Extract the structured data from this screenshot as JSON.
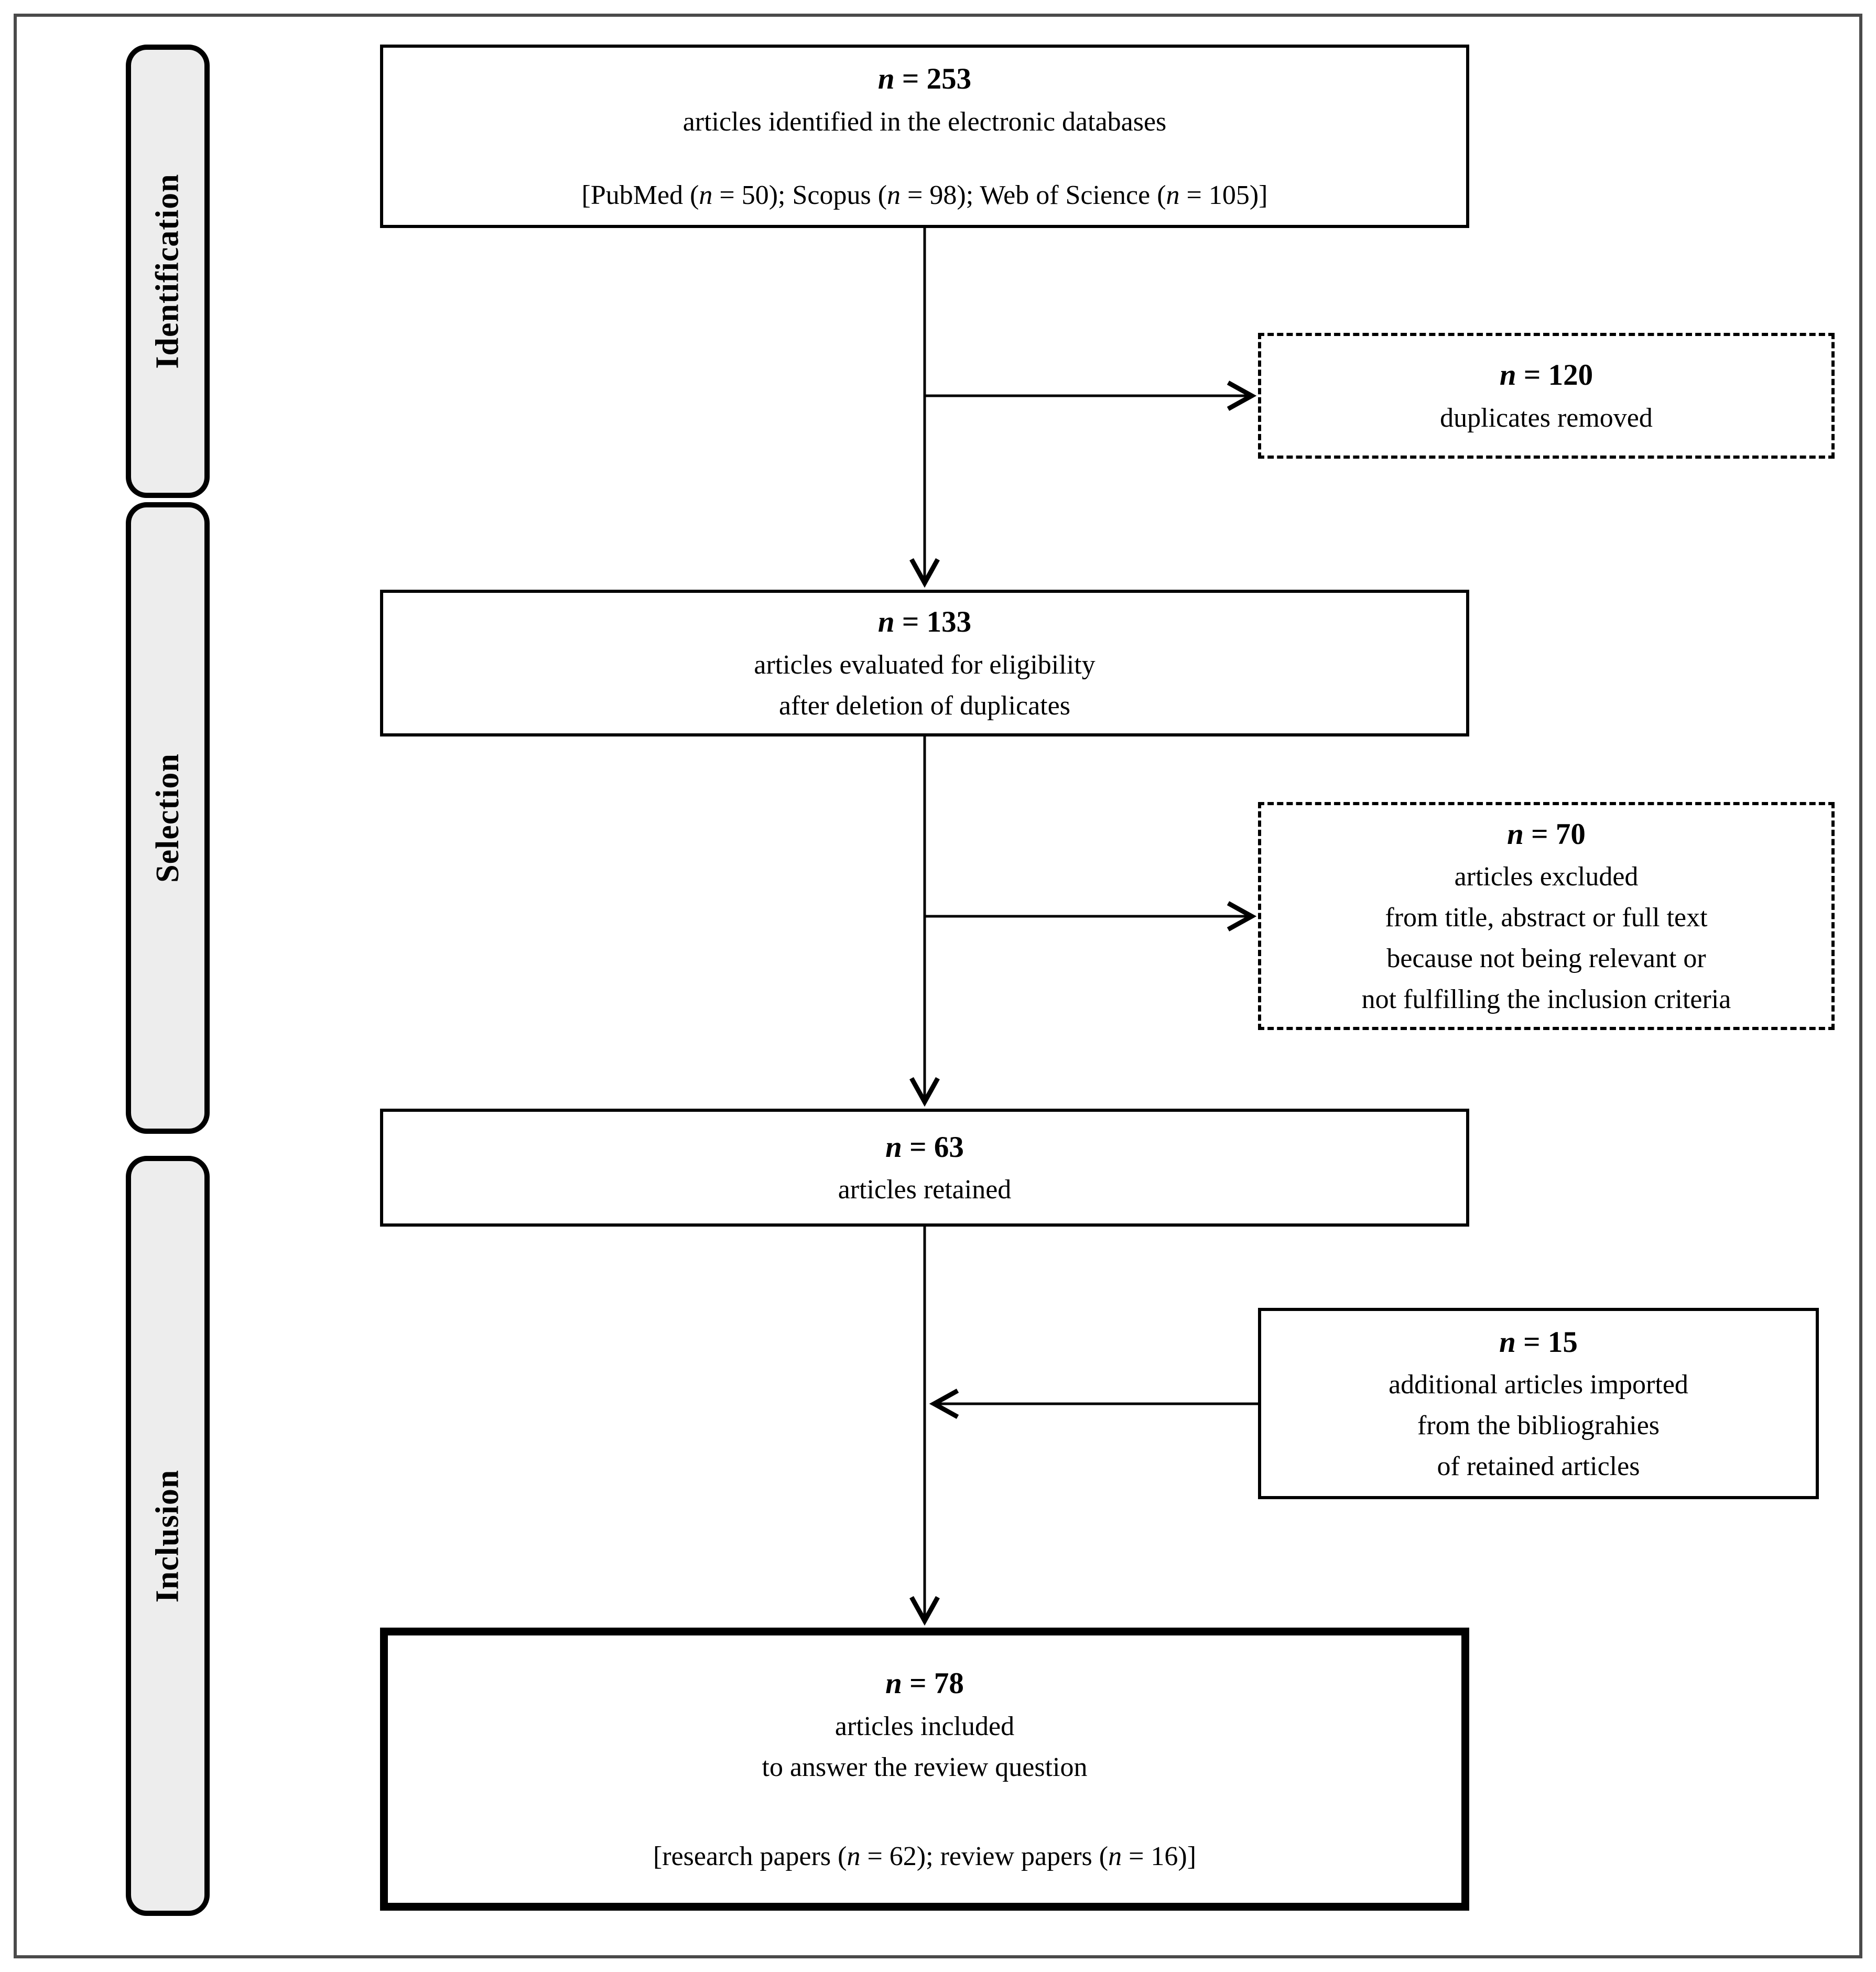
{
  "diagram": {
    "stages": [
      {
        "label": "Identification"
      },
      {
        "label": "Selection"
      },
      {
        "label": "Inclusion"
      }
    ],
    "boxes": {
      "identified": {
        "n_line": "n = 253",
        "line1": "articles identified in the electronic databases",
        "line2": "[PubMed (n = 50); Scopus (n = 98); Web of Science (n = 105)]"
      },
      "duplicates_removed": {
        "n_line": "n = 120",
        "line1": "duplicates removed"
      },
      "evaluated": {
        "n_line": "n = 133",
        "line1": "articles evaluated for eligibility",
        "line2": "after deletion of duplicates"
      },
      "excluded": {
        "n_line": "n = 70",
        "line1": "articles excluded",
        "line2": "from title, abstract or full text",
        "line3": "because not being relevant or",
        "line4": "not fulfilling the inclusion criteria"
      },
      "retained": {
        "n_line": "n = 63",
        "line1": "articles retained"
      },
      "additional": {
        "n_line": "n = 15",
        "line1": "additional articles imported",
        "line2": "from the bibliograhies",
        "line3": "of retained articles"
      },
      "included": {
        "n_line": "n = 78",
        "line1": "articles included",
        "line2": "to answer the review question",
        "line3": "[research papers (n = 62); review papers (n = 16)]"
      }
    },
    "colors": {
      "stage_fill": "#ededed",
      "line": "#000000",
      "frame_border": "#4a4a4a"
    }
  }
}
